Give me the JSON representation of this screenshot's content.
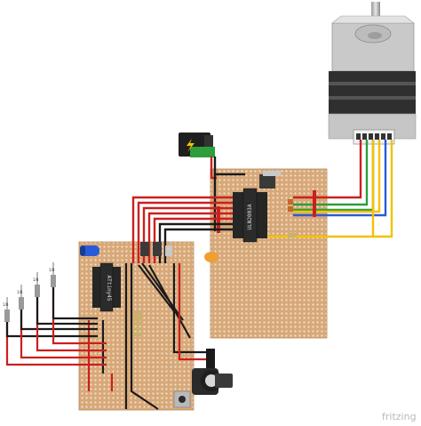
{
  "watermark": "fritzing",
  "chips": {
    "driver": "ULN2003A",
    "mcu": "ATtiny45"
  },
  "pin_labels": [
    "1/8",
    "1/8",
    "1/8",
    "1/8"
  ],
  "power_icon": "lightning-bolt-icon",
  "colors": {
    "board": "#d8a878",
    "copper_dot": "#e9e0cf",
    "wire_red": "#cc1f1f",
    "wire_black": "#1a1a1a",
    "wire_yellow": "#f2c200",
    "wire_green": "#2e9e3a",
    "wire_blue": "#2a5bd7",
    "motor_body": "#3a3a3a",
    "motor_cap": "#d0d0d0"
  }
}
